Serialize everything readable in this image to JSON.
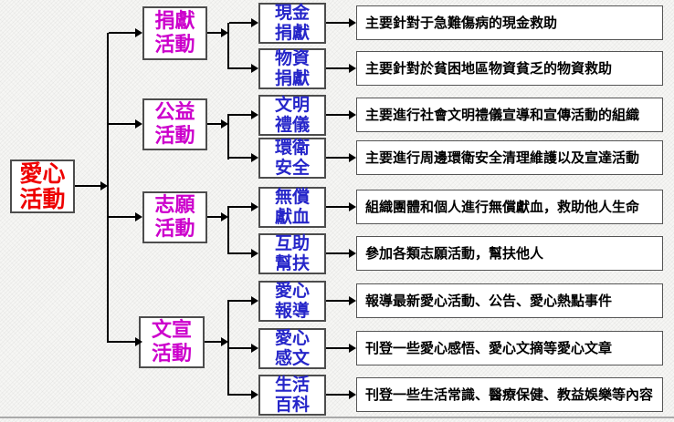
{
  "diagram_type": "tree-flowchart",
  "colors": {
    "root_text": "#ee0000",
    "level2_text": "#cc00cc",
    "level3_text": "#2626c9",
    "description_text": "#000000",
    "box_border": "#4d4d4d",
    "connector_line": "#000000",
    "background": "#f6f6f4"
  },
  "root": {
    "label": "愛心\n活動"
  },
  "branches": [
    {
      "label": "捐獻\n活動",
      "children": [
        {
          "label": "現金\n捐獻",
          "desc": "主要針對于急難傷病的現金救助"
        },
        {
          "label": "物資\n捐獻",
          "desc": "主要針對於貧困地區物資貧乏的物資救助"
        }
      ]
    },
    {
      "label": "公益\n活動",
      "children": [
        {
          "label": "文明\n禮儀",
          "desc": "主要進行社會文明禮儀宣導和宣傳活動的組織"
        },
        {
          "label": "環衛\n安全",
          "desc": "主要進行周邊環衛安全清理維護以及宣達活動"
        }
      ]
    },
    {
      "label": "志願\n活動",
      "children": [
        {
          "label": "無償\n獻血",
          "desc": "組織團體和個人進行無償獻血，救助他人生命"
        },
        {
          "label": "互助\n幫扶",
          "desc": "參加各類志願活動，幫扶他人"
        }
      ]
    },
    {
      "label": "文宣\n活動",
      "children": [
        {
          "label": "愛心\n報導",
          "desc": "報導最新愛心活動、公告、愛心熱點事件"
        },
        {
          "label": "愛心\n感文",
          "desc": "刊登一些愛心感悟、愛心文摘等愛心文章"
        },
        {
          "label": "生活\n百科",
          "desc": "刊登一些生活常識、醫療保健、教益娛樂等內容"
        }
      ]
    }
  ]
}
